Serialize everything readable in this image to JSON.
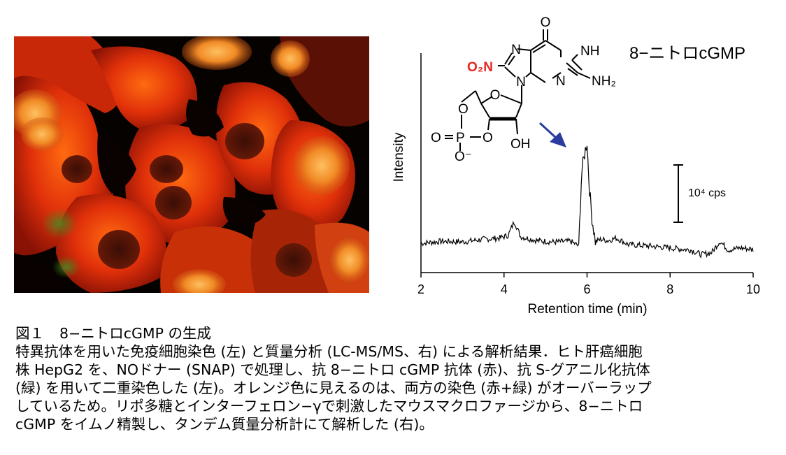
{
  "figure": {
    "caption_title_number": "図１",
    "caption_title": "8−ニトロcGMP の生成",
    "caption_lines": [
      "特異抗体を用いた免疫細胞染色 (左) と質量分析 (LC-MS/MS、右) による解析結果．ヒト肝癌細胞",
      "株 HepG2 を、NOドナー (SNAP) で処理し、抗 8−ニトロ cGMP 抗体 (赤)、抗 S-グアニル化抗体",
      "(緑) を用いて二重染色した (左)。オレンジ色に見えるのは、両方の染色 (赤+緑) がオーバーラップ",
      "しているため。リポ多糖とインターフェロン−γで刺激したマウスマクロファージから、8−ニトロ",
      "cGMP をイムノ精製し、タンデム質量分析計にて解析した (右)。"
    ]
  },
  "structure": {
    "compound_name": "8−ニトロcGMP",
    "nitro_group": "O₂N",
    "nitro_color": "#e8261e",
    "arrow_color": "#2b3c9e",
    "atoms": {
      "carbonyl_o": "O",
      "n1h": "NH",
      "n3": "N",
      "nh2": "NH₂",
      "n7": "N",
      "n9": "N",
      "ring_o": "O",
      "o_bridge_1": "O",
      "o_bridge_2": "O",
      "phosphorus": "P",
      "p_double_o": "O",
      "p_minus_o": "O⁻",
      "oh": "OH"
    }
  },
  "chart_data": {
    "type": "line",
    "xlabel": "Retention time (min)",
    "ylabel": "Intensity",
    "x_ticks": [
      "2",
      "4",
      "6",
      "8",
      "10"
    ],
    "xlim": [
      2,
      10
    ],
    "scale_bar_label": "10⁴ cps",
    "series": [
      {
        "x": [
          2.0,
          2.5,
          3.0,
          3.5,
          3.9,
          4.1,
          4.25,
          4.4,
          4.8,
          5.2,
          5.6,
          5.8,
          5.87,
          5.95,
          6.0,
          6.05,
          6.12,
          6.2,
          6.35,
          6.5,
          6.7,
          7.0,
          7.5,
          8.0,
          8.5,
          8.75,
          9.0,
          9.2,
          9.4,
          9.7,
          10.0
        ],
        "values": [
          0.02,
          0.05,
          0.04,
          0.08,
          0.1,
          0.14,
          0.35,
          0.12,
          0.06,
          0.04,
          0.05,
          -0.02,
          1.1,
          1.4,
          1.55,
          0.9,
          0.4,
          0.05,
          0.08,
          0.06,
          0.1,
          0.0,
          -0.02,
          -0.05,
          -0.08,
          -0.15,
          -0.12,
          0.05,
          -0.08,
          -0.05,
          -0.07
        ]
      }
    ]
  }
}
